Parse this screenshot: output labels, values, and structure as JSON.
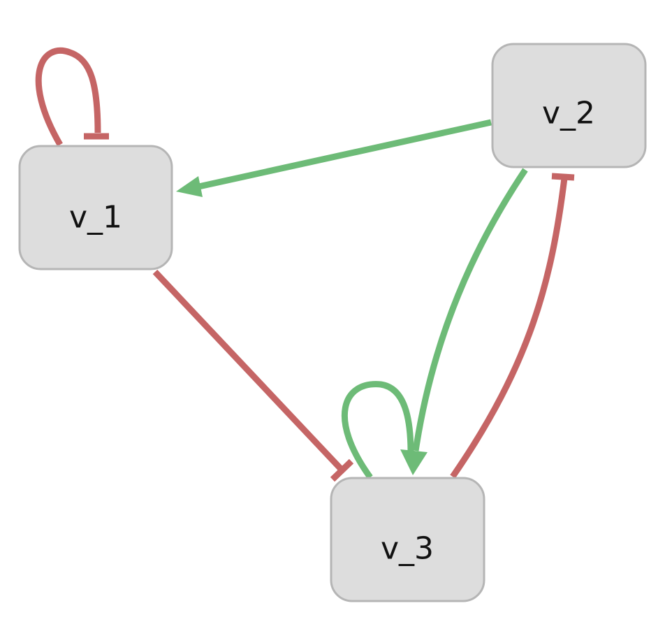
{
  "nodes": [
    {
      "id": "v_1",
      "label": "v_1"
    },
    {
      "id": "v_2",
      "label": "v_2"
    },
    {
      "id": "v_3",
      "label": "v_3"
    }
  ],
  "edges": [
    {
      "from": "v_1",
      "to": "v_1",
      "type": "inhibition"
    },
    {
      "from": "v_2",
      "to": "v_1",
      "type": "activation"
    },
    {
      "from": "v_1",
      "to": "v_3",
      "type": "inhibition"
    },
    {
      "from": "v_2",
      "to": "v_3",
      "type": "activation"
    },
    {
      "from": "v_3",
      "to": "v_2",
      "type": "inhibition"
    },
    {
      "from": "v_3",
      "to": "v_3",
      "type": "activation"
    }
  ],
  "colors": {
    "activation": "#6dbb77",
    "inhibition": "#c56565",
    "node_fill": "#dddddd",
    "node_border": "#b5b5b5"
  }
}
